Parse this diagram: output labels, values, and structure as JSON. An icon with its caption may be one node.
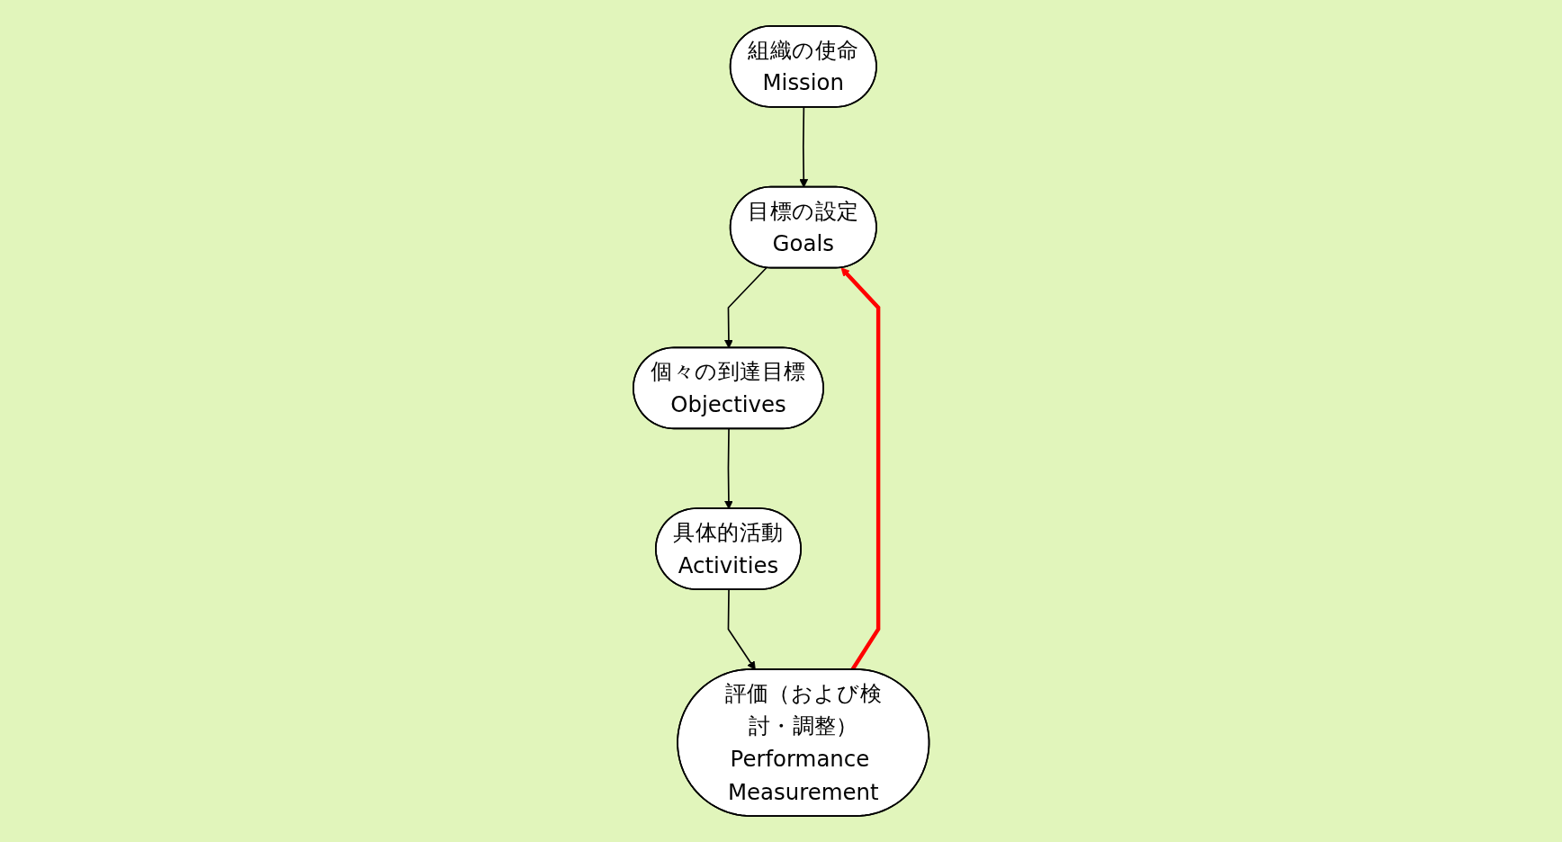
{
  "diagram": {
    "nodes": [
      {
        "text": [
          "組織の使命",
          "Mission"
        ]
      },
      {
        "text": [
          "目標の設定",
          "Goals"
        ]
      },
      {
        "text": [
          "個々の到達目標",
          "Objectives"
        ]
      },
      {
        "text": [
          "具体的活動",
          "Activities"
        ]
      },
      {
        "text": [
          "評価（および検討・調整）",
          "Performance Measurement"
        ]
      }
    ],
    "edges": [
      {
        "from": 0,
        "to": 1,
        "arrow": "to"
      },
      {
        "from": 1,
        "to": 2,
        "arrow": "to"
      },
      {
        "from": 2,
        "to": 3,
        "arrow": "to"
      },
      {
        "from": 3,
        "to": 4,
        "arrow": "to"
      },
      {
        "from": 4,
        "to": 1,
        "arrow": "to",
        "style": "thick",
        "color": "#ff0000"
      }
    ]
  }
}
